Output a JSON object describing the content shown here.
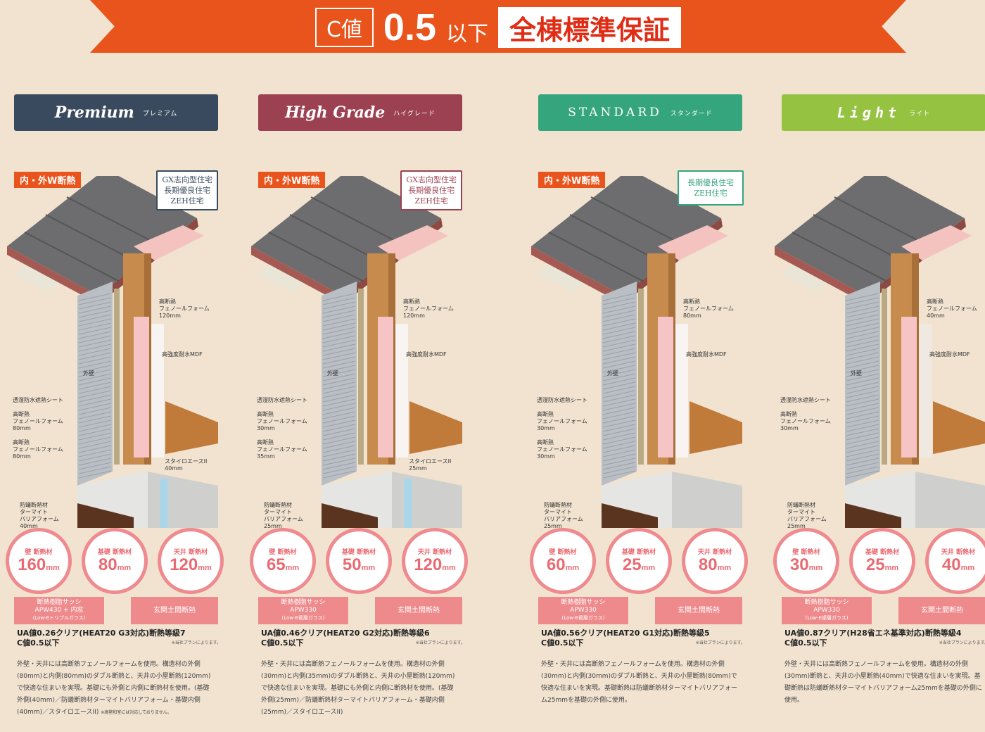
{
  "banner": {
    "c_label": "C値",
    "value": "0.5",
    "suffix": "以下",
    "guarantee": "全棟標準保証"
  },
  "colors": {
    "banner": "#e8541c",
    "premium": "#3a4a5e",
    "high_grade": "#9c4152",
    "standard": "#35a57e",
    "light": "#95c341",
    "circle_border": "#ef8a8f",
    "tag": "#ee8a8c"
  },
  "tiers": [
    {
      "name": "Premium",
      "kana": "プレミアム",
      "w_badge": "内・外W断熱",
      "certs": [
        "GX志向型住宅",
        "長期優良住宅",
        "ZEH住宅"
      ],
      "labels": {
        "ceiling": "高断熱\nフェノールフォーム\n120mm",
        "mdf": "高強度耐水MDF",
        "exterior": "外壁",
        "sheet": "透湿防水遮熱シート",
        "outer": "高断熱\nフェノールフォーム\n80mm",
        "inner": "高断熱\nフェノールフォーム\n80mm",
        "styro": "スタイロエースII\n40mm",
        "termite": "防蟻断熱材\nターマイト\nバリアフォーム\n40mm"
      },
      "circles": [
        {
          "label": "壁 断熱材",
          "value": "160",
          "unit": "mm"
        },
        {
          "label": "基礎 断熱材",
          "value": "80",
          "unit": "mm"
        },
        {
          "label": "天井 断熱材",
          "value": "120",
          "unit": "mm"
        }
      ],
      "sash": {
        "line1": "断熱樹脂サッシ",
        "line2": "APW430 + 内窓",
        "line3": "(Low-Eトリプルガラス)"
      },
      "genkan": "玄関土間断熱",
      "ua_line1": "UA値0.26クリア(HEAT20 G3対応)断熱等級7",
      "ua_line2": "C値0.5以下",
      "ua_note": "※当社プランによります。",
      "desc": "外壁・天井には高断熱フェノールフォームを使用。構造材の外側(80mm)と内側(80mm)のダブル断熱と、天井の小屋断熱(120mm)で快適な住まいを実現。基礎にも外側と内側に断熱材を使用。(基礎外側(40mm)／防蟻断熱材ターマイトバリアフォーム・基礎内側(40mm)／スタイロエースII)",
      "desc_note": "※高壁和室には対応しておりません。"
    },
    {
      "name": "High Grade",
      "kana": "ハイグレード",
      "w_badge": "内・外W断熱",
      "certs": [
        "GX志向型住宅",
        "長期優良住宅",
        "ZEH住宅"
      ],
      "labels": {
        "ceiling": "高断熱\nフェノールフォーム\n120mm",
        "mdf": "高強度耐水MDF",
        "exterior": "外壁",
        "sheet": "透湿防水遮熱シート",
        "outer": "高断熱\nフェノールフォーム\n30mm",
        "inner": "高断熱\nフェノールフォーム\n35mm",
        "styro": "スタイロエースII\n25mm",
        "termite": "防蟻断熱材\nターマイト\nバリアフォーム\n25mm"
      },
      "circles": [
        {
          "label": "壁 断熱材",
          "value": "65",
          "unit": "mm"
        },
        {
          "label": "基礎 断熱材",
          "value": "50",
          "unit": "mm"
        },
        {
          "label": "天井 断熱材",
          "value": "120",
          "unit": "mm"
        }
      ],
      "sash": {
        "line1": "断熱樹脂サッシ",
        "line2": "APW330",
        "line3": "(Low-E複層ガラス)"
      },
      "genkan": "玄関土間断熱",
      "ua_line1": "UA値0.46クリア(HEAT20 G2対応)断熱等級6",
      "ua_line2": "C値0.5以下",
      "ua_note": "※当社プランによります。",
      "desc": "外壁・天井には高断熱フェノールフォームを使用。構造材の外側(30mm)と内側(35mm)のダブル断熱と、天井の小屋断熱(120mm)で快適な住まいを実現。基礎にも外側と内側に断熱材を使用。(基礎外側(25mm)／防蟻断熱材ターマイトバリアフォーム・基礎内側(25mm)／スタイロエースII)",
      "desc_note": ""
    },
    {
      "name": "STANDARD",
      "kana": "スタンダード",
      "w_badge": "内・外W断熱",
      "certs": [
        "長期優良住宅",
        "ZEH住宅"
      ],
      "labels": {
        "ceiling": "高断熱\nフェノールフォーム\n80mm",
        "mdf": "高強度耐水MDF",
        "exterior": "外壁",
        "sheet": "透湿防水遮熱シート",
        "outer": "高断熱\nフェノールフォーム\n30mm",
        "inner": "高断熱\nフェノールフォーム\n30mm",
        "styro": "",
        "termite": "防蟻断熱材\nターマイト\nバリアフォーム\n25mm"
      },
      "circles": [
        {
          "label": "壁 断熱材",
          "value": "60",
          "unit": "mm"
        },
        {
          "label": "基礎 断熱材",
          "value": "25",
          "unit": "mm"
        },
        {
          "label": "天井 断熱材",
          "value": "80",
          "unit": "mm"
        }
      ],
      "sash": {
        "line1": "断熱樹脂サッシ",
        "line2": "APW330",
        "line3": "(Low-E複層ガラス)"
      },
      "genkan": "玄関土間断熱",
      "ua_line1": "UA値0.56クリア(HEAT20 G1対応)断熱等級5",
      "ua_line2": "C値0.5以下",
      "ua_note": "※当社プランによります。",
      "desc": "外壁・天井には高断熱フェノールフォームを使用。構造材の外側(30mm)と内側(30mm)のダブル断熱と、天井の小屋断熱(80mm)で快適な住まいを実現。基礎断熱は防蟻断熱材ターマイトバリアフォーム25mmを基礎の外側に使用。",
      "desc_note": ""
    },
    {
      "name": "Light",
      "kana": "ライト",
      "w_badge": "",
      "certs": [],
      "labels": {
        "ceiling": "高断熱\nフェノールフォーム\n40mm",
        "mdf": "高強度耐水MDF",
        "exterior": "外壁",
        "sheet": "透湿防水遮熱シート",
        "outer": "高断熱\nフェノールフォーム\n30mm",
        "inner": "",
        "styro": "",
        "termite": "防蟻断熱材\nターマイト\nバリアフォーム\n25mm"
      },
      "circles": [
        {
          "label": "壁 断熱材",
          "value": "30",
          "unit": "mm"
        },
        {
          "label": "基礎 断熱材",
          "value": "25",
          "unit": "mm"
        },
        {
          "label": "天井 断熱材",
          "value": "40",
          "unit": "mm"
        }
      ],
      "sash": {
        "line1": "断熱樹脂サッシ",
        "line2": "APW330",
        "line3": "(Low-E複層ガラス)"
      },
      "genkan": "玄関土間断熱",
      "ua_line1": "UA値0.87クリア(H28省エネ基準対応)断熱等級4",
      "ua_line2": "C値0.5以下",
      "ua_note": "※当社プランによります。",
      "desc": "外壁・天井には高断熱フェノールフォームを使用。構造材の外側(30mm)断熱と、天井の小屋断熱(40mm)で快適な住まいを実現。基礎断熱は防蟻断熱材ターマイトバリアフォーム25mmを基礎の外側に使用。",
      "desc_note": ""
    }
  ]
}
